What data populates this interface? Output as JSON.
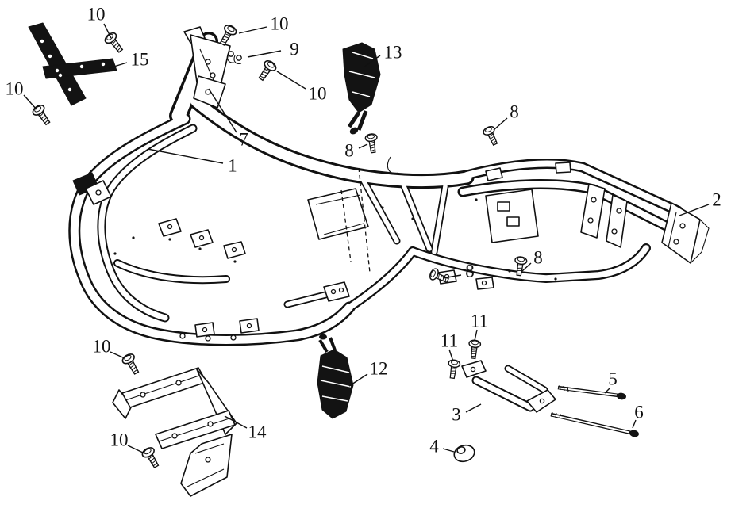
{
  "diagram": {
    "kind": "exploded parts line drawing",
    "background_color": "#ffffff",
    "ink_color": "#111111",
    "part_numbers_shown": [
      "1",
      "2",
      "3",
      "4",
      "5",
      "6",
      "7",
      "8",
      "9",
      "10",
      "11",
      "12",
      "13",
      "14",
      "15"
    ],
    "callouts": [
      {
        "label": "10"
      },
      {
        "label": "10"
      },
      {
        "label": "9"
      },
      {
        "label": "15"
      },
      {
        "label": "13"
      },
      {
        "label": "10"
      },
      {
        "label": "10"
      },
      {
        "label": "8"
      },
      {
        "label": "8"
      },
      {
        "label": "7"
      },
      {
        "label": "1"
      },
      {
        "label": "2"
      },
      {
        "label": "8"
      },
      {
        "label": "8"
      },
      {
        "label": "11"
      },
      {
        "label": "11"
      },
      {
        "label": "10"
      },
      {
        "label": "12"
      },
      {
        "label": "5"
      },
      {
        "label": "3"
      },
      {
        "label": "6"
      },
      {
        "label": "4"
      },
      {
        "label": "14"
      },
      {
        "label": "10"
      }
    ]
  }
}
